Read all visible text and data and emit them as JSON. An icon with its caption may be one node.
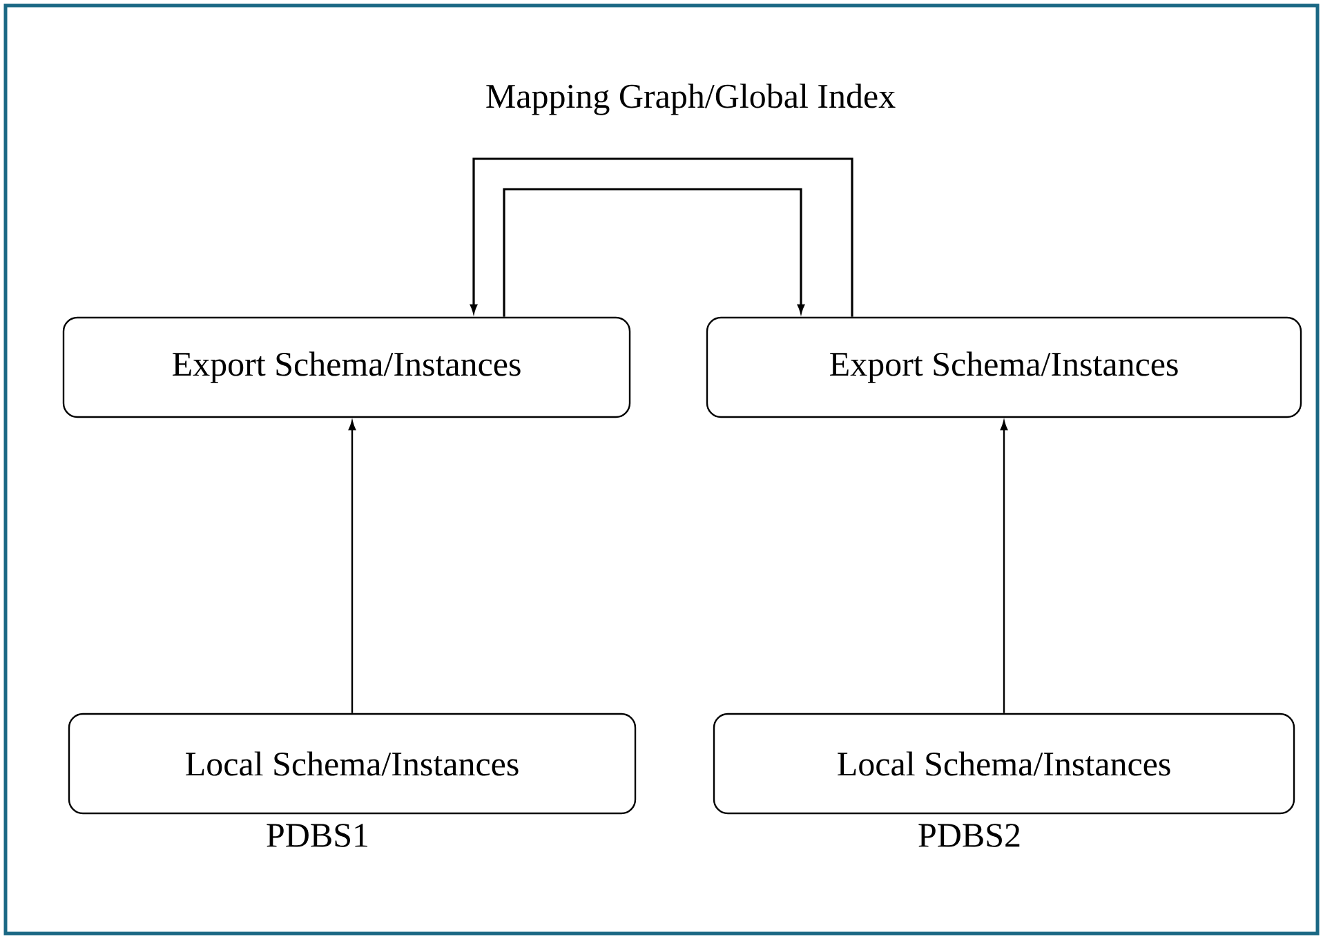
{
  "diagram": {
    "nodes": [
      {
        "text": [
          "Export Schema/Instances"
        ]
      },
      {
        "text": [
          "Export Schema/Instances"
        ]
      },
      {
        "text": [
          "Local Schema/Instances"
        ],
        "beside": [
          "PDBS1"
        ]
      },
      {
        "text": [
          "Local Schema/Instances"
        ],
        "beside": [
          "PDBS2"
        ]
      }
    ],
    "edges": [
      {
        "from": 0,
        "to": 1,
        "arrow": "to"
      },
      {
        "from": 1,
        "to": 0,
        "arrow": "to"
      },
      {
        "from": 2,
        "to": 0,
        "arrow": "to"
      },
      {
        "from": 3,
        "to": 1,
        "arrow": "to"
      }
    ],
    "labels": [
      "Mapping Graph/Global Index"
    ]
  }
}
